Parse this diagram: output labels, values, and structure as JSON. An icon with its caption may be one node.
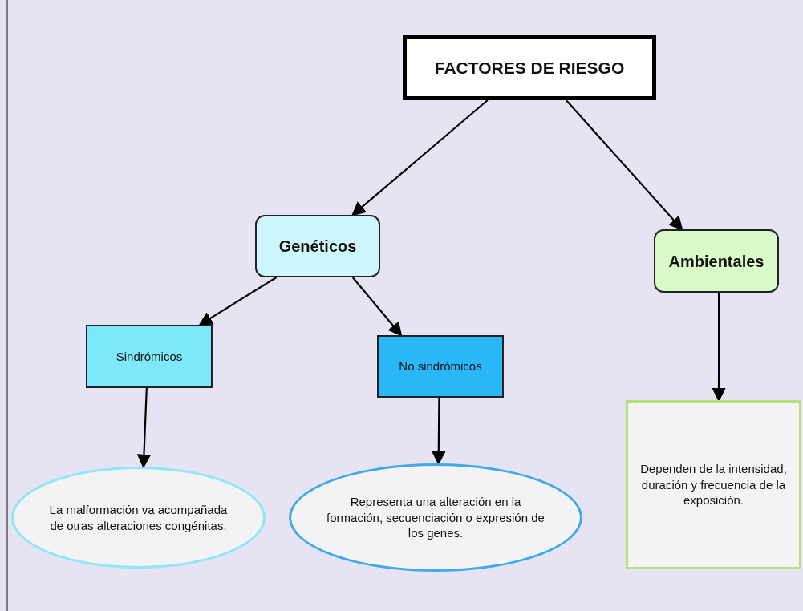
{
  "diagram": {
    "nodes": [
      {
        "text": [
          "FACTORES DE RIESGO"
        ]
      },
      {
        "text": [
          "Genéticos"
        ]
      },
      {
        "text": [
          "Ambientales"
        ]
      },
      {
        "text": [
          "Sindrómicos"
        ]
      },
      {
        "text": [
          "No sindrómicos"
        ]
      },
      {
        "text": [
          "La malformación va acompañada de otras alteraciones congénitas."
        ]
      },
      {
        "text": [
          "Representa una alteración en la formación, secuenciación o expresión de los genes."
        ]
      },
      {
        "text": [
          "Dependen de la intensidad, duración y frecuencia de la exposición."
        ]
      }
    ],
    "edges": [
      {
        "from": 0,
        "to": 1,
        "arrow": "to"
      },
      {
        "from": 0,
        "to": 2,
        "arrow": "to"
      },
      {
        "from": 1,
        "to": 3,
        "arrow": "to"
      },
      {
        "from": 1,
        "to": 4,
        "arrow": "to"
      },
      {
        "from": 3,
        "to": 5,
        "arrow": "to"
      },
      {
        "from": 4,
        "to": 6,
        "arrow": "to"
      },
      {
        "from": 2,
        "to": 7,
        "arrow": "to"
      }
    ]
  }
}
